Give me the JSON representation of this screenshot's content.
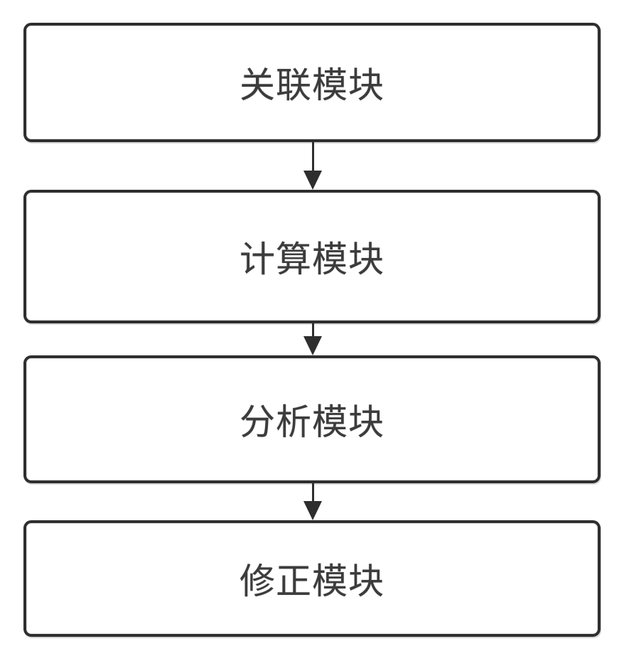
{
  "diagram": {
    "type": "flowchart",
    "direction": "top-to-bottom",
    "modules": [
      {
        "label": "关联模块"
      },
      {
        "label": "计算模块"
      },
      {
        "label": "分析模块"
      },
      {
        "label": "修正模块"
      }
    ],
    "connectors": [
      {
        "from": "关联模块",
        "to": "计算模块",
        "style": "arrow-down"
      },
      {
        "from": "计算模块",
        "to": "分析模块",
        "style": "arrow-down"
      },
      {
        "from": "分析模块",
        "to": "修正模块",
        "style": "arrow-down"
      }
    ],
    "colors": {
      "background": "#ffffff",
      "box_border": "#2e2e2e",
      "text": "#3c3c3c",
      "arrow": "#2e2e2e"
    }
  }
}
